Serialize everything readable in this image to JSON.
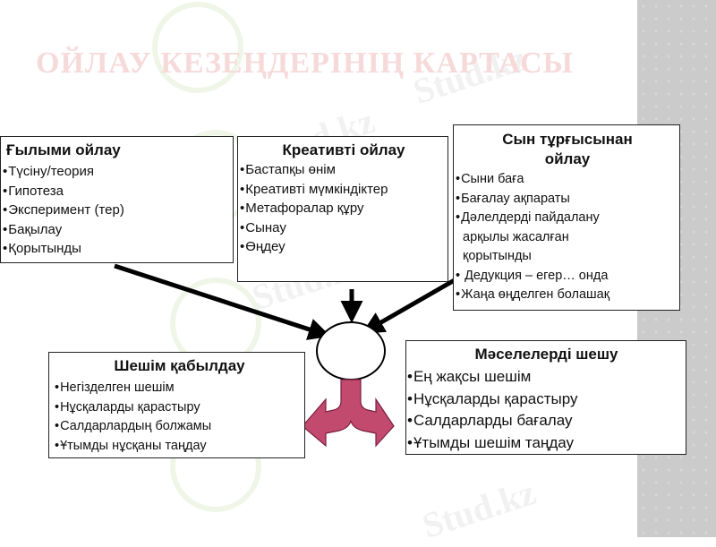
{
  "title": "ОЙЛАУ КЕЗЕҢДЕРІНІҢ КАРТАСЫ",
  "watermark": "Stud.kz",
  "colors": {
    "side_strip": "#cbcbcb",
    "arrow_split": "#c24a6e",
    "border": "#222222"
  },
  "boxes": {
    "science": {
      "title": "Ғылыми ойлау",
      "items": [
        "Түсіну/теория",
        "Гипотеза",
        "Эксперимент (тер)",
        "Бақылау",
        "Қорытынды"
      ]
    },
    "creative": {
      "title": "Креативті ойлау",
      "items": [
        "Бастапқы өнім",
        "Креативті мүмкіндіктер",
        "Метафоралар құру",
        "Сынау",
        "Өңдеу"
      ]
    },
    "critical": {
      "title_line1": "Сын тұрғысынан",
      "title_line2": "ойлау",
      "items": [
        "Сыни баға",
        "Бағалау ақпараты",
        "Дәлелдерді пайдалану",
        "арқылы жасалған",
        "қорытынды",
        " Дедукция – егер… онда",
        "Жаңа өңделген болашақ"
      ]
    },
    "decision": {
      "title": "Шешім қабылдау",
      "items": [
        "Негізделген шешім",
        "Нұсқаларды қарастыру",
        "Салдарлардың болжамы",
        "Ұтымды нұсқаны таңдау"
      ]
    },
    "problem": {
      "title": "Мәселелерді шешу",
      "items": [
        "Ең жақсы шешім",
        "Нұсқаларды қарастыру",
        "Салдарларды бағалау",
        "Ұтымды шешім таңдау"
      ]
    }
  }
}
